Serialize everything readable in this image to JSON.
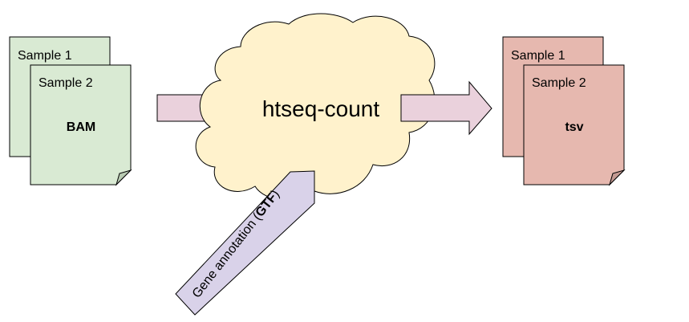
{
  "input": {
    "sample1_label": "Sample 1",
    "sample2_label": "Sample 2",
    "format_label": "BAM",
    "fill_color": "#d9ead3",
    "fold_color": "#b7c9b1"
  },
  "tool": {
    "label": "htseq-count",
    "fill_color": "#fff2cc"
  },
  "output": {
    "sample1_label": "Sample 1",
    "sample2_label": "Sample 2",
    "format_label": "tsv",
    "fill_color": "#e6b8af",
    "fold_color": "#c49a92"
  },
  "flow_arrows": {
    "fill_color": "#ead1dc"
  },
  "annotation": {
    "label_prefix": "Gene annotation (",
    "label_bold": "GTF",
    "label_suffix": ")",
    "fill_color": "#d9d2e9"
  }
}
